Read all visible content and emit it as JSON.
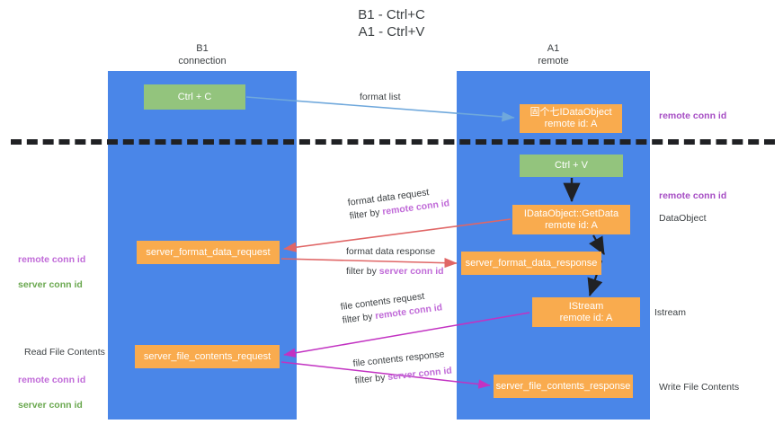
{
  "title": "B1 - Ctrl+C\nA1 - Ctrl+V",
  "lanes": [
    {
      "id": "b1",
      "name": "B1",
      "sub": "connection",
      "label": "B1\nconnection",
      "color": "#4a86e8"
    },
    {
      "id": "a1",
      "name": "A1",
      "sub": "remote",
      "label": "A1\nremote",
      "color": "#4a86e8"
    }
  ],
  "nodes": {
    "ctrl_c": {
      "label": "Ctrl + C",
      "color": "#93c47d",
      "lane": "b1"
    },
    "idataobject": {
      "label": "固个七IDataObject\nremote id: A",
      "color": "#f9ab4e",
      "lane": "a1"
    },
    "ctrl_v": {
      "label": "Ctrl + V",
      "color": "#93c47d",
      "lane": "a1"
    },
    "getdata": {
      "label": "IDataObject::GetData\nremote id: A",
      "color": "#f9ab4e",
      "lane": "a1"
    },
    "server_format_data_request": {
      "label": "server_format_data_request",
      "color": "#f9ab4e",
      "lane": "b1"
    },
    "server_format_data_response": {
      "label": "server_format_data_response",
      "color": "#f9ab4e",
      "lane": "a1"
    },
    "istream": {
      "label": "IStream\nremote id: A",
      "color": "#f9ab4e",
      "lane": "a1"
    },
    "server_file_contents_request": {
      "label": "server_file_contents_request",
      "color": "#f9ab4e",
      "lane": "b1"
    },
    "server_file_contents_response": {
      "label": "server_file_contents_response",
      "color": "#f9ab4e",
      "lane": "a1"
    }
  },
  "captions": {
    "format_list": "format list",
    "format_data_request": {
      "line1": "format data request",
      "prefix": "filter by ",
      "key": "remote conn id"
    },
    "format_data_response": {
      "line1": "format data response",
      "prefix": "filter by ",
      "key": "server conn id"
    },
    "file_contents_request": {
      "line1": "file contents request",
      "prefix": "filter by ",
      "key": "remote conn id"
    },
    "file_contents_response": {
      "line1": "file contents response",
      "prefix": "filter by ",
      "key": "server conn id"
    }
  },
  "annotations": {
    "remote_conn_id_top": "remote conn id",
    "remote_conn_id_mid": "remote conn id",
    "dataobject": "DataObject",
    "istream": "Istream",
    "write_file_contents": "Write File Contents",
    "read_file_contents": "Read File Contents",
    "remote_conn_id_left": "remote conn id",
    "server_conn_id_left": "server conn id"
  },
  "colors": {
    "lane_blue": "#4a86e8",
    "node_green": "#93c47d",
    "node_orange": "#f9ab4e",
    "accent_purple": "#c06ad8",
    "accent_green": "#6aa84f",
    "arrow_blue": "#6fa8dc",
    "arrow_red": "#e06666",
    "arrow_magenta": "#c232c2",
    "arrow_black": "#202124",
    "divider": "#202124",
    "background": "#ffffff"
  }
}
